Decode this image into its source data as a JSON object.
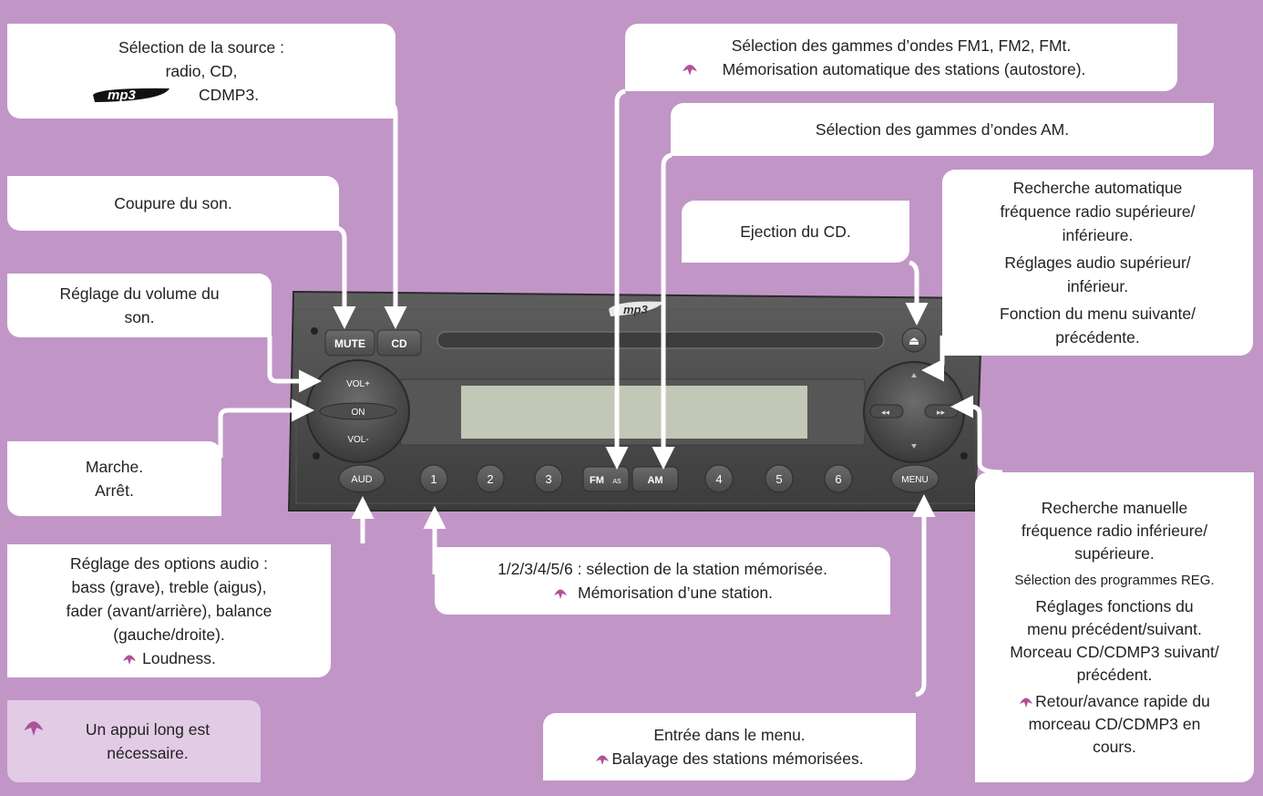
{
  "colors": {
    "background": "#c196c7",
    "panel": "#ffffff",
    "legend_bg": "#e2cbe5",
    "radio_body": "#4a4a4a",
    "display": "#c3c7b7",
    "long_press_icon": "#b0519b"
  },
  "callouts": {
    "source": {
      "lines": [
        "Sélection de la source :",
        "radio, CD,",
        "CDMP3."
      ],
      "logo": "mp3"
    },
    "mute": {
      "lines": [
        "Coupure du son."
      ]
    },
    "volume": {
      "lines": [
        "Réglage du volume du",
        "son."
      ]
    },
    "onoff": {
      "lines": [
        "Marche.",
        "Arrêt."
      ]
    },
    "audio": {
      "lines": [
        "Réglage des options audio :",
        "bass (grave), treble (aigus),",
        "fader (avant/arrière), balance",
        "(gauche/droite).",
        "Loudness."
      ]
    },
    "fm": {
      "lines": [
        "Sélection des gammes d’ondes FM1, FM2, FMt.",
        "Mémorisation automatique des stations (autostore)."
      ]
    },
    "am": {
      "lines": [
        "Sélection des gammes d’ondes AM."
      ]
    },
    "eject": {
      "lines": [
        "Ejection du CD."
      ]
    },
    "search": {
      "lines": [
        "Recherche automatique",
        "fréquence radio supérieure/",
        "inférieure.",
        "Réglages audio supérieur/",
        "inférieur.",
        "Fonction du menu suivante/",
        "précédente."
      ]
    },
    "presets": {
      "lines": [
        "1/2/3/4/5/6 : sélection de la station mémorisée.",
        "Mémorisation d’une station."
      ]
    },
    "menu": {
      "lines": [
        "Entrée dans le menu.",
        "Balayage des stations mémorisées."
      ]
    },
    "manual": {
      "lines": [
        "Recherche manuelle",
        "fréquence radio inférieure/",
        "supérieure.",
        "Sélection des programmes REG.",
        "Réglages fonctions du",
        "menu précédent/suivant.",
        "Morceau CD/CDMP3 suivant/",
        "précédent.",
        "Retour/avance rapide du",
        "morceau CD/CDMP3 en",
        "cours."
      ]
    }
  },
  "legend": {
    "lines": [
      "Un appui long est",
      "nécessaire."
    ]
  },
  "radio": {
    "logo": "mp3",
    "buttons": {
      "mute": "MUTE",
      "cd": "CD",
      "vol_up": "VOL+",
      "on": "ON",
      "vol_down": "VOL-",
      "aud": "AUD",
      "fm": "FM",
      "fm_sub": "AS",
      "am": "AM",
      "menu": "MENU",
      "eject": "⏏"
    },
    "presets": [
      "1",
      "2",
      "3",
      "4",
      "5",
      "6"
    ]
  }
}
